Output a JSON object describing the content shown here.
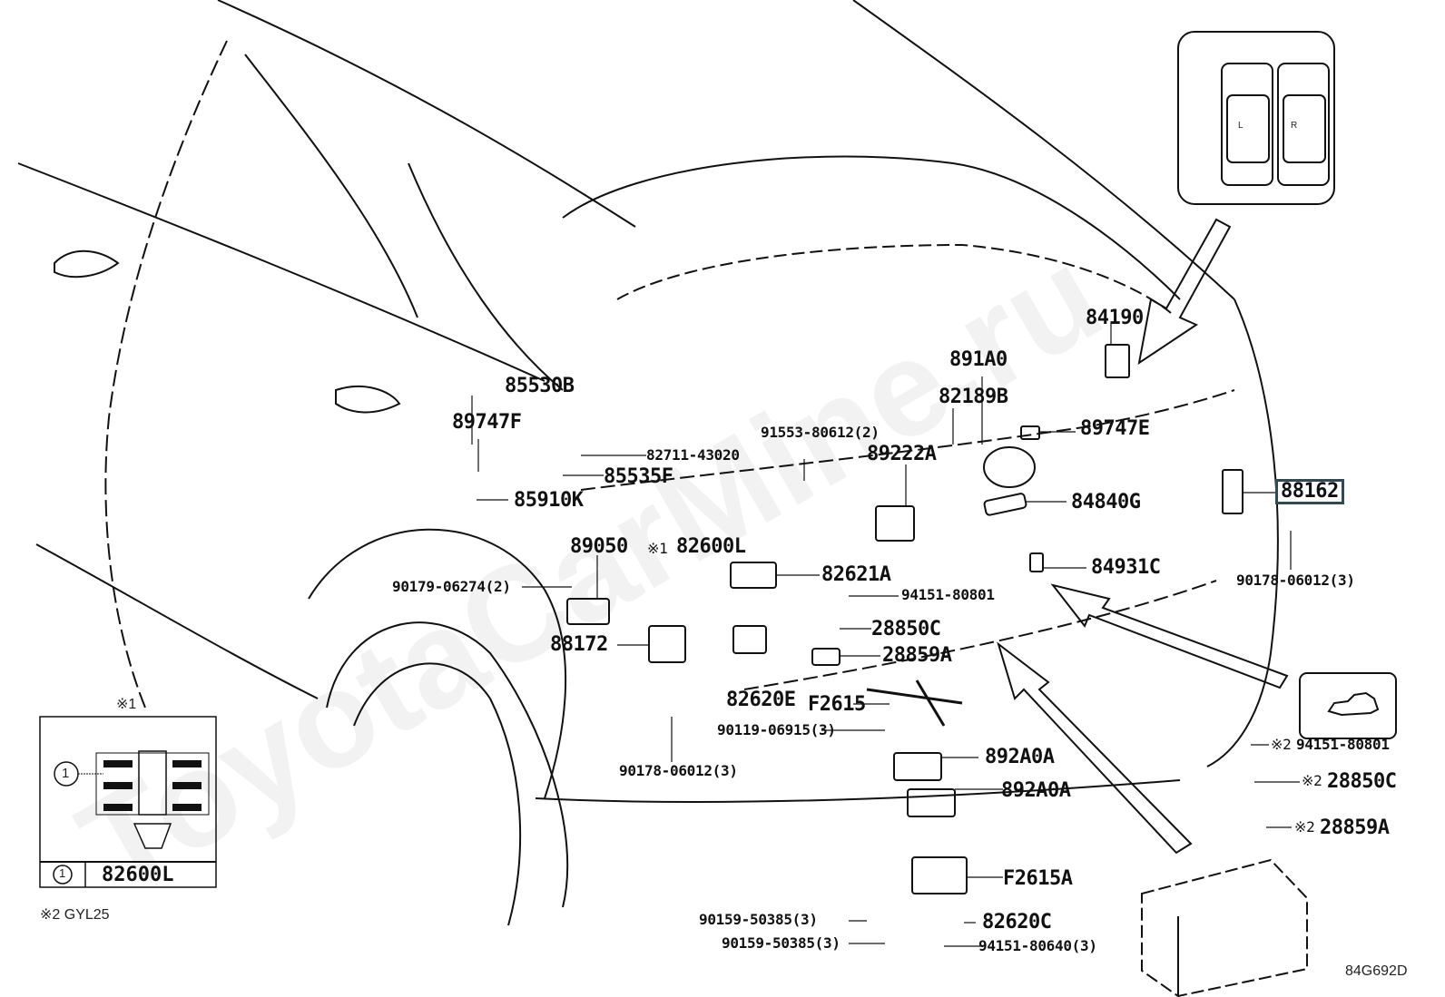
{
  "diagram": {
    "title": "Lexus rear hatch / back door electrical parts",
    "reference_code": "84G692D",
    "watermark": "ToyotaCarMine.ru",
    "note_2": "※2 GYL25",
    "inset_1": {
      "marker": "※1",
      "callout_number": "1",
      "table_index": "1",
      "table_part": "82600L"
    },
    "highlighted_part": "88162",
    "labels": {
      "p85530B": "85530B",
      "p89747F": "89747F",
      "p82711": "82711-43020",
      "p85535F": "85535F",
      "p85910K": "85910K",
      "p89050": "89050",
      "p82600L_marker": "※1",
      "p82600L": "82600L",
      "p90179": "90179-06274(2)",
      "p88172": "88172",
      "p90178a": "90178-06012(3)",
      "p91553": "91553-80612(2)",
      "p89222A": "89222A",
      "p891A0": "891A0",
      "p82189B": "82189B",
      "p89747E": "89747E",
      "p84190": "84190",
      "p84840G": "84840G",
      "p82621A": "82621A",
      "p84931C": "84931C",
      "p94151a": "94151-80801",
      "p28850Ca": "28850C",
      "p28859Aa": "28859A",
      "p82620E": "82620E",
      "p F2615": "F2615",
      "pF2615": "F2615",
      "p90119": "90119-06915(3)",
      "p892A0A1": "892A0A",
      "p892A0A2": "892A0A",
      "pF2615A": "F2615A",
      "p90159a": "90159-50385(3)",
      "p90159b": "90159-50385(3)",
      "p82620C": "82620C",
      "p94151b": "94151-80640(3)",
      "p90178b": "90178-06012(3)",
      "p94151c_marker": "※2",
      "p94151c": "94151-80801",
      "p28850Cb_marker": "※2",
      "p28850Cb": "28850C",
      "p28859Ab_marker": "※2",
      "p28859Ab": "28859A"
    },
    "switch_inset": {
      "left_label": "L",
      "right_label": "R"
    }
  }
}
